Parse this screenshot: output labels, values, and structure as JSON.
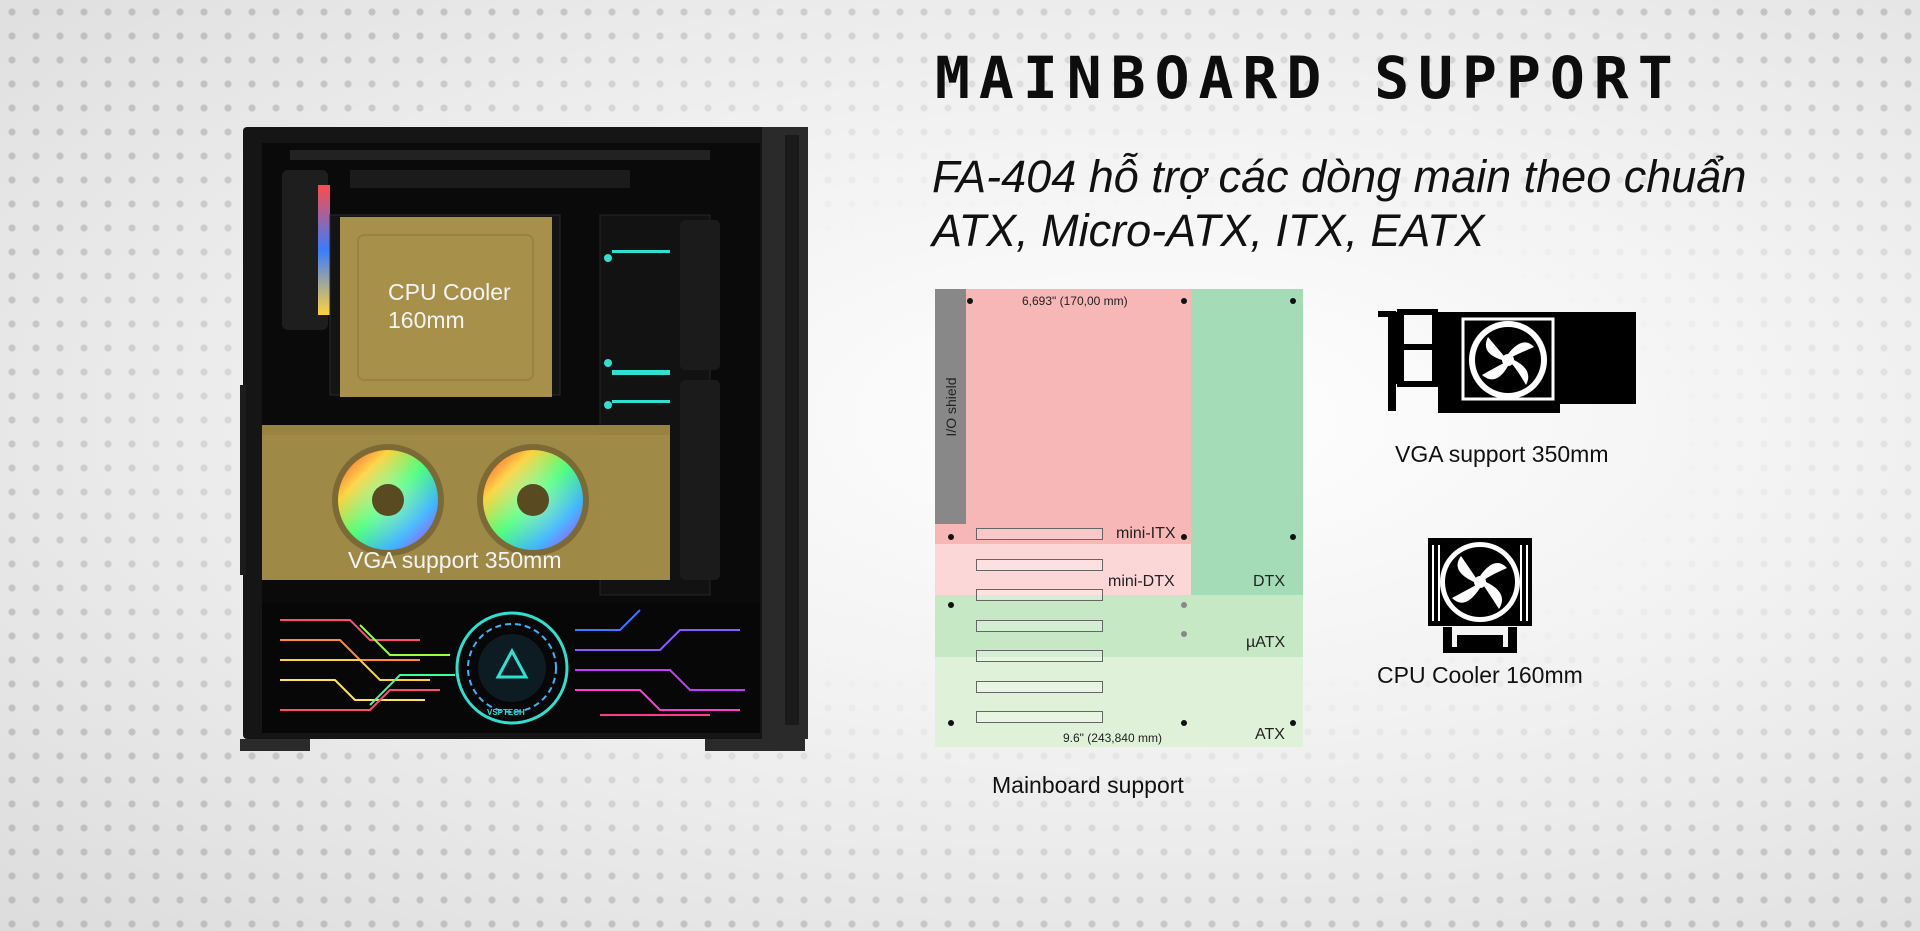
{
  "heading": "MAINBOARD SUPPORT",
  "subtitle": {
    "line1": "FA-404 hỗ trợ các dòng main theo chuẩn",
    "line2": "ATX, Micro-ATX, ITX, EATX"
  },
  "case": {
    "cpu_label_line1": "CPU Cooler",
    "cpu_label_line2": "160mm",
    "vga_label": "VGA support 350mm",
    "logo_text": "VSPTECH"
  },
  "board": {
    "io_shield": "I/O shield",
    "top_dim": "6,693\" (170,00 mm)",
    "bottom_dim": "9.6\" (243,840 mm)",
    "mini_itx": "mini-ITX",
    "mini_dtx": "mini-DTX",
    "dtx": "DTX",
    "matx": "µATX",
    "atx": "ATX",
    "caption": "Mainboard support"
  },
  "icons": {
    "vga_caption": "VGA support 350mm",
    "cpu_caption": "CPU Cooler 160mm"
  },
  "colors": {
    "itx_zone": "#f7b7b7",
    "dtx_zone": "#a5dcb8",
    "matx_zone": "#c6e8c4",
    "atx_zone": "#dff2d9",
    "overlay": "#b49b4f"
  }
}
